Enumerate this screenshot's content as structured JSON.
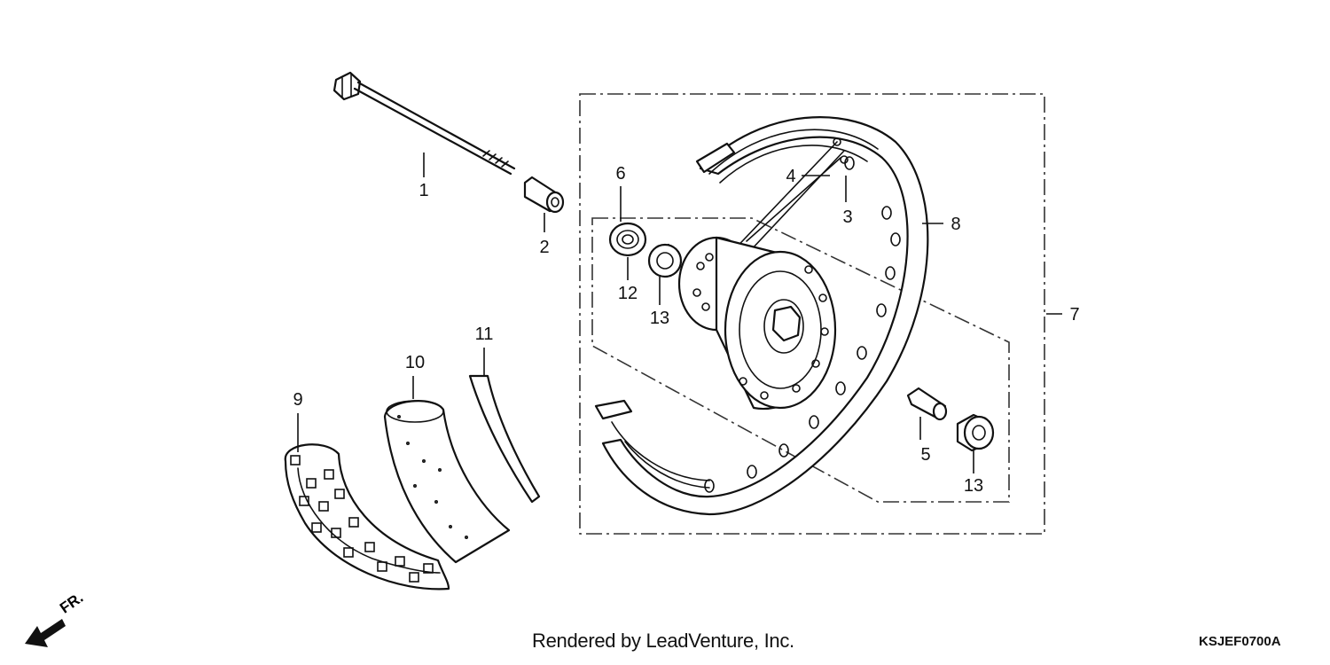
{
  "callouts": {
    "c1": "1",
    "c2": "2",
    "c3": "3",
    "c4": "4",
    "c5": "5",
    "c6": "6",
    "c7": "7",
    "c8": "8",
    "c9": "9",
    "c10": "10",
    "c11": "11",
    "c12": "12",
    "c13a": "13",
    "c13b": "13"
  },
  "front_indicator": {
    "label": "FR."
  },
  "footer": {
    "credit": "Rendered by LeadVenture, Inc.",
    "diagram_code": "KSJEF0700A"
  }
}
